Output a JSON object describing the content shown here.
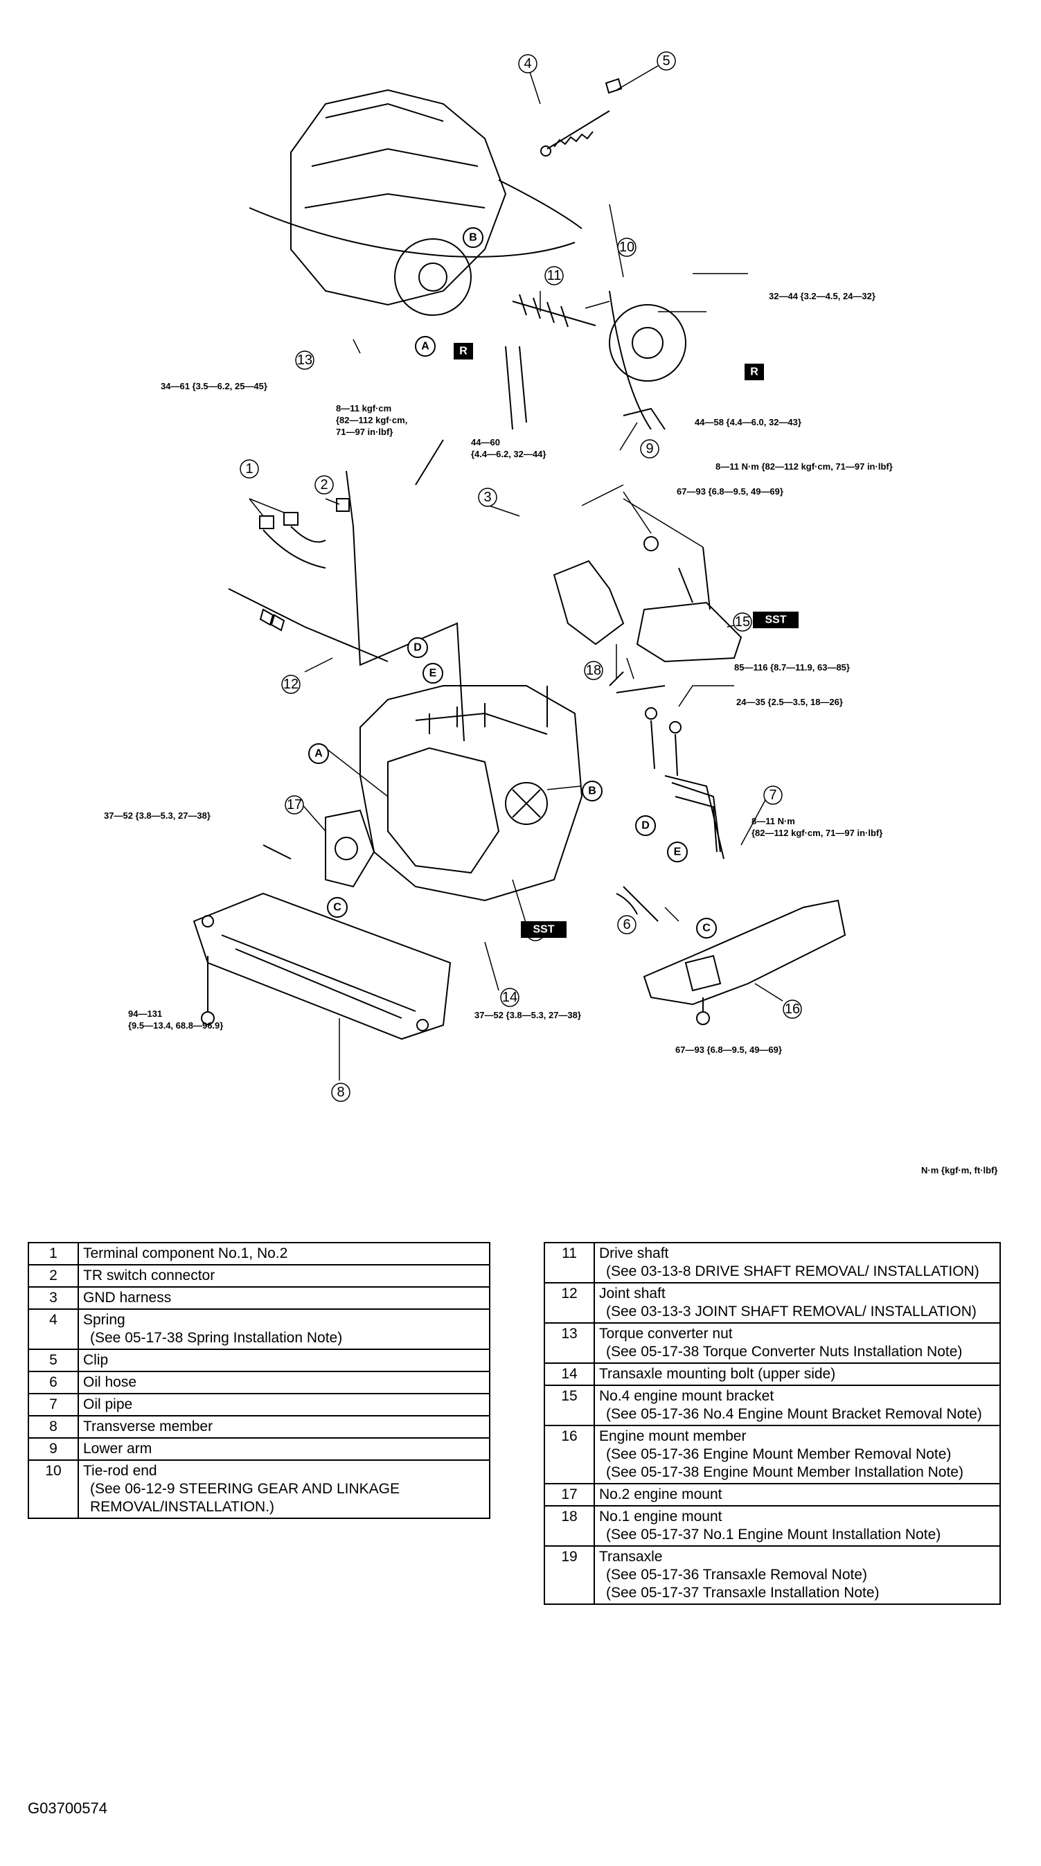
{
  "callouts": [
    "1",
    "2",
    "3",
    "4",
    "5",
    "6",
    "7",
    "8",
    "9",
    "10",
    "11",
    "12",
    "13",
    "14",
    "15",
    "16",
    "17",
    "18",
    "19"
  ],
  "letters": [
    "A",
    "B",
    "C",
    "D",
    "E"
  ],
  "boxes": {
    "r": "R",
    "sst": "SST"
  },
  "torques": {
    "t_top_right": "32—44 {3.2—4.5, 24—32}",
    "t_item13": "34—61 {3.5—6.2, 25—45}",
    "t_kgfcm_1": "8—11 kgf·cm",
    "t_kgfcm_2": "{82—112 kgf·cm,",
    "t_kgfcm_3": "71—97 in·lbf}",
    "t_4460_1": "44—60",
    "t_4460_2": "{4.4—6.2, 32—44}",
    "t_4458": "44—58 {4.4—6.0, 32—43}",
    "t_nm_long": "8—11 N·m {82—112 kgf·cm, 71—97 in·lbf}",
    "t_6793_a": "67—93 {6.8—9.5, 49—69}",
    "t_85116": "85—116 {8.7—11.9, 63—85}",
    "t_2435": "24—35 {2.5—3.5, 18—26}",
    "t_3752_left": "37—52 {3.8—5.3, 27—38}",
    "t_nm_right_1": "8—11 N·m",
    "t_nm_right_2": "{82—112 kgf·cm, 71—97 in·lbf}",
    "t_94131_1": "94—131",
    "t_94131_2": "{9.5—13.4, 68.8—96.9}",
    "t_3752_bottom": "37—52 {3.8—5.3, 27—38}",
    "t_6793_b": "67—93 {6.8—9.5, 49—69}"
  },
  "units_note": "N·m {kgf·m, ft·lbf}",
  "parts_left": [
    {
      "num": "1",
      "name": "Terminal component No.1, No.2",
      "notes": []
    },
    {
      "num": "2",
      "name": "TR switch connector",
      "notes": []
    },
    {
      "num": "3",
      "name": "GND harness",
      "notes": []
    },
    {
      "num": "4",
      "name": "Spring",
      "notes": [
        "(See 05-17-38 Spring Installation Note)"
      ]
    },
    {
      "num": "5",
      "name": "Clip",
      "notes": []
    },
    {
      "num": "6",
      "name": "Oil hose",
      "notes": []
    },
    {
      "num": "7",
      "name": "Oil pipe",
      "notes": []
    },
    {
      "num": "8",
      "name": "Transverse member",
      "notes": []
    },
    {
      "num": "9",
      "name": "Lower arm",
      "notes": []
    },
    {
      "num": "10",
      "name": "Tie-rod end",
      "notes": [
        "(See 06-12-9 STEERING GEAR AND LINKAGE REMOVAL/INSTALLATION.)"
      ]
    }
  ],
  "parts_right": [
    {
      "num": "11",
      "name": "Drive shaft",
      "notes": [
        "(See 03-13-8 DRIVE SHAFT REMOVAL/ INSTALLATION)"
      ]
    },
    {
      "num": "12",
      "name": "Joint shaft",
      "notes": [
        "(See 03-13-3 JOINT SHAFT REMOVAL/ INSTALLATION)"
      ]
    },
    {
      "num": "13",
      "name": "Torque converter nut",
      "notes": [
        "(See 05-17-38 Torque Converter Nuts Installation Note)"
      ]
    },
    {
      "num": "14",
      "name": "Transaxle mounting bolt (upper side)",
      "notes": []
    },
    {
      "num": "15",
      "name": "No.4 engine mount bracket",
      "notes": [
        "(See 05-17-36 No.4 Engine Mount Bracket Removal Note)"
      ]
    },
    {
      "num": "16",
      "name": "Engine mount member",
      "notes": [
        "(See 05-17-36 Engine Mount Member Removal Note)",
        "(See 05-17-38 Engine Mount Member Installation Note)"
      ]
    },
    {
      "num": "17",
      "name": "No.2 engine mount",
      "notes": []
    },
    {
      "num": "18",
      "name": "No.1 engine mount",
      "notes": [
        "(See 05-17-37 No.1 Engine Mount Installation Note)"
      ]
    },
    {
      "num": "19",
      "name": "Transaxle",
      "notes": [
        "(See 05-17-36 Transaxle Removal Note)",
        "(See 05-17-37 Transaxle Installation Note)"
      ]
    }
  ],
  "figure_id": "G03700574"
}
